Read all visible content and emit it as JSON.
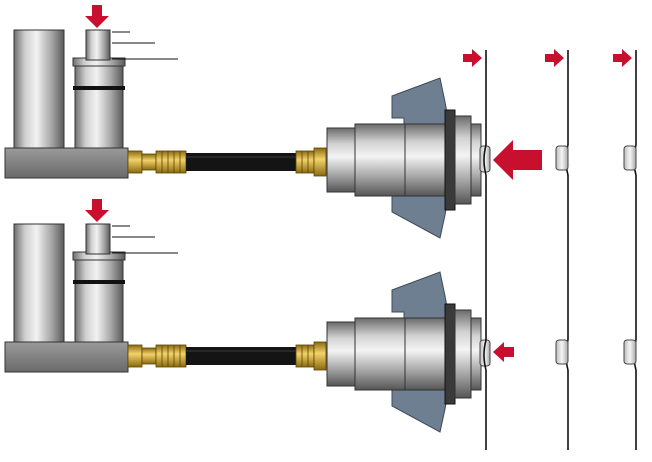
{
  "colors": {
    "arrow_red": "#c8102e",
    "hose_black": "#141414",
    "fitting_gold": "#d4a017",
    "clamp_slate": "#6e7f92",
    "metal_light": "#e8e8e8",
    "metal_dark": "#7a7a7a",
    "base_grey": "#7d7d7d",
    "line_black": "#111111"
  },
  "icons": {
    "force_arrow": "red-arrow-icon",
    "sheet_line": "vertical-line",
    "pin": "rounded-pin-icon"
  },
  "stages": [
    {
      "id": "top",
      "press_arrow": "small",
      "ram_arrow": "large"
    },
    {
      "id": "bottom",
      "press_arrow": "small",
      "ram_arrow": "small"
    }
  ]
}
